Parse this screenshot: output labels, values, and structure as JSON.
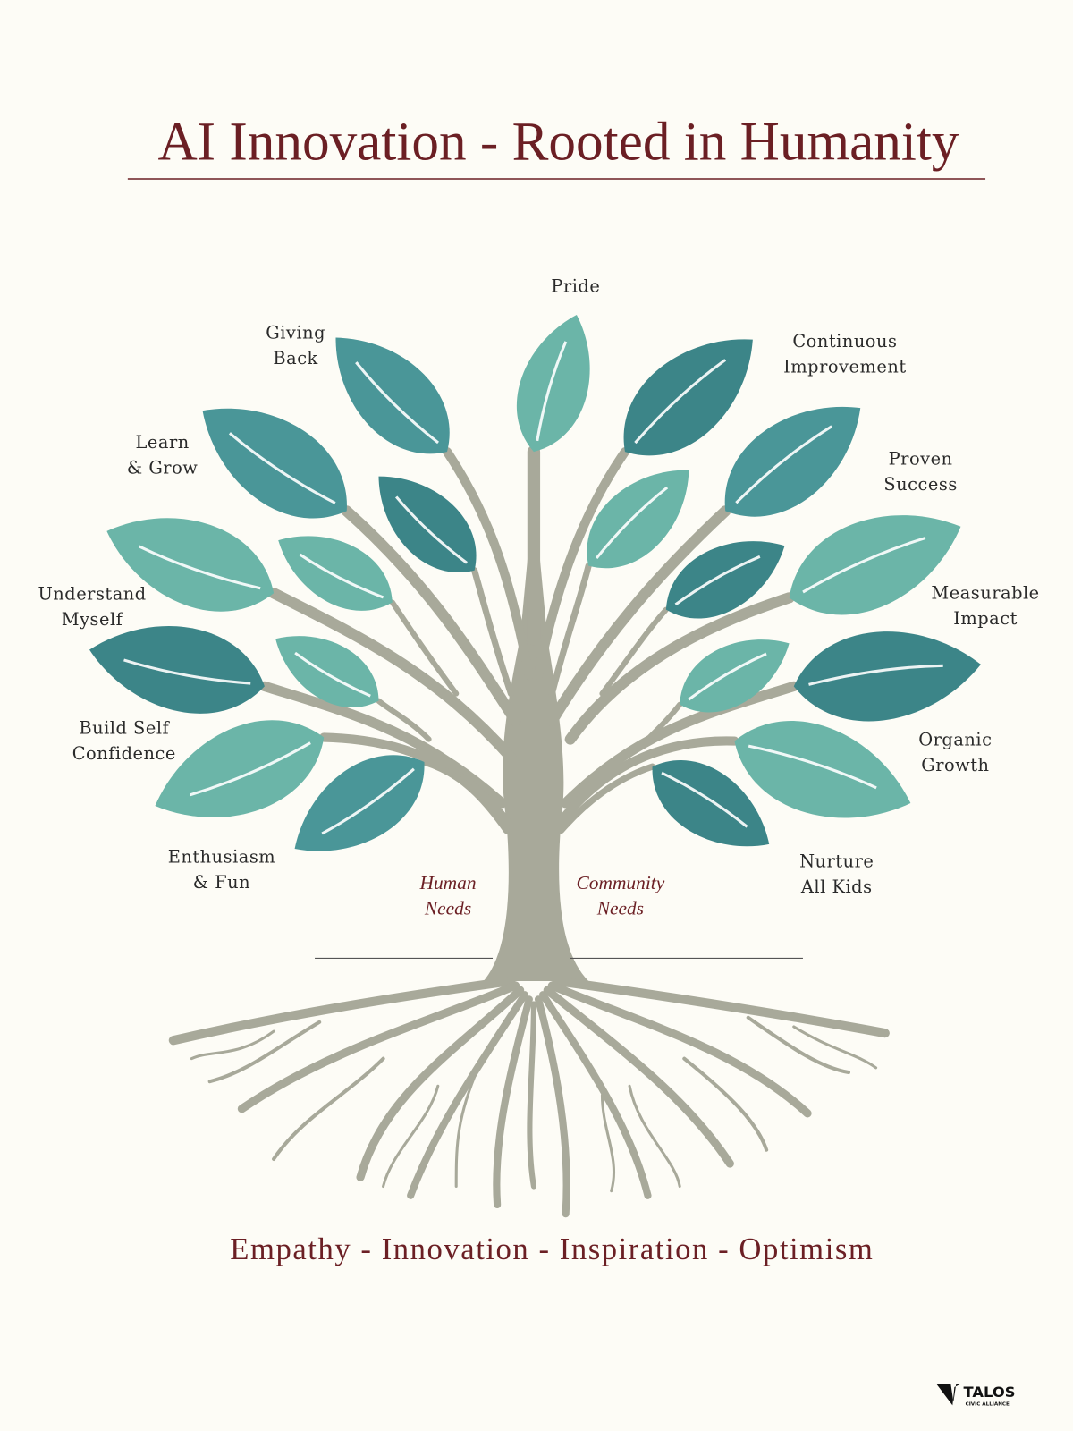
{
  "title": "AI Innovation - Rooted in Humanity",
  "slogan": "Empathy - Innovation - Inspiration - Optimism",
  "labels": {
    "pride": [
      "Pride"
    ],
    "giving_back": [
      "Giving",
      "Back"
    ],
    "continuous_improvement": [
      "Continuous",
      "Improvement"
    ],
    "learn_grow": [
      "Learn",
      "& Grow"
    ],
    "proven_success": [
      "Proven",
      "Success"
    ],
    "understand_myself": [
      "Understand",
      "Myself"
    ],
    "measurable_impact": [
      "Measurable",
      "Impact"
    ],
    "build_self_confidence": [
      "Build Self",
      "Confidence"
    ],
    "organic_growth": [
      "Organic",
      "Growth"
    ],
    "enthusiasm_fun": [
      "Enthusiasm",
      "& Fun"
    ],
    "nurture_all_kids": [
      "Nurture",
      "All Kids"
    ]
  },
  "roots": {
    "human_needs": [
      "Human",
      "Needs"
    ],
    "community_needs": [
      "Community",
      "Needs"
    ]
  },
  "logo": {
    "name": "TALOS",
    "sub": "CIVIC ALLIANCE"
  },
  "colors": {
    "title": "#6b1f24",
    "leaf_light": "#6bb5a8",
    "leaf_mid": "#4a9698",
    "leaf_dark": "#3c8588",
    "tree": "#a8a99a"
  }
}
